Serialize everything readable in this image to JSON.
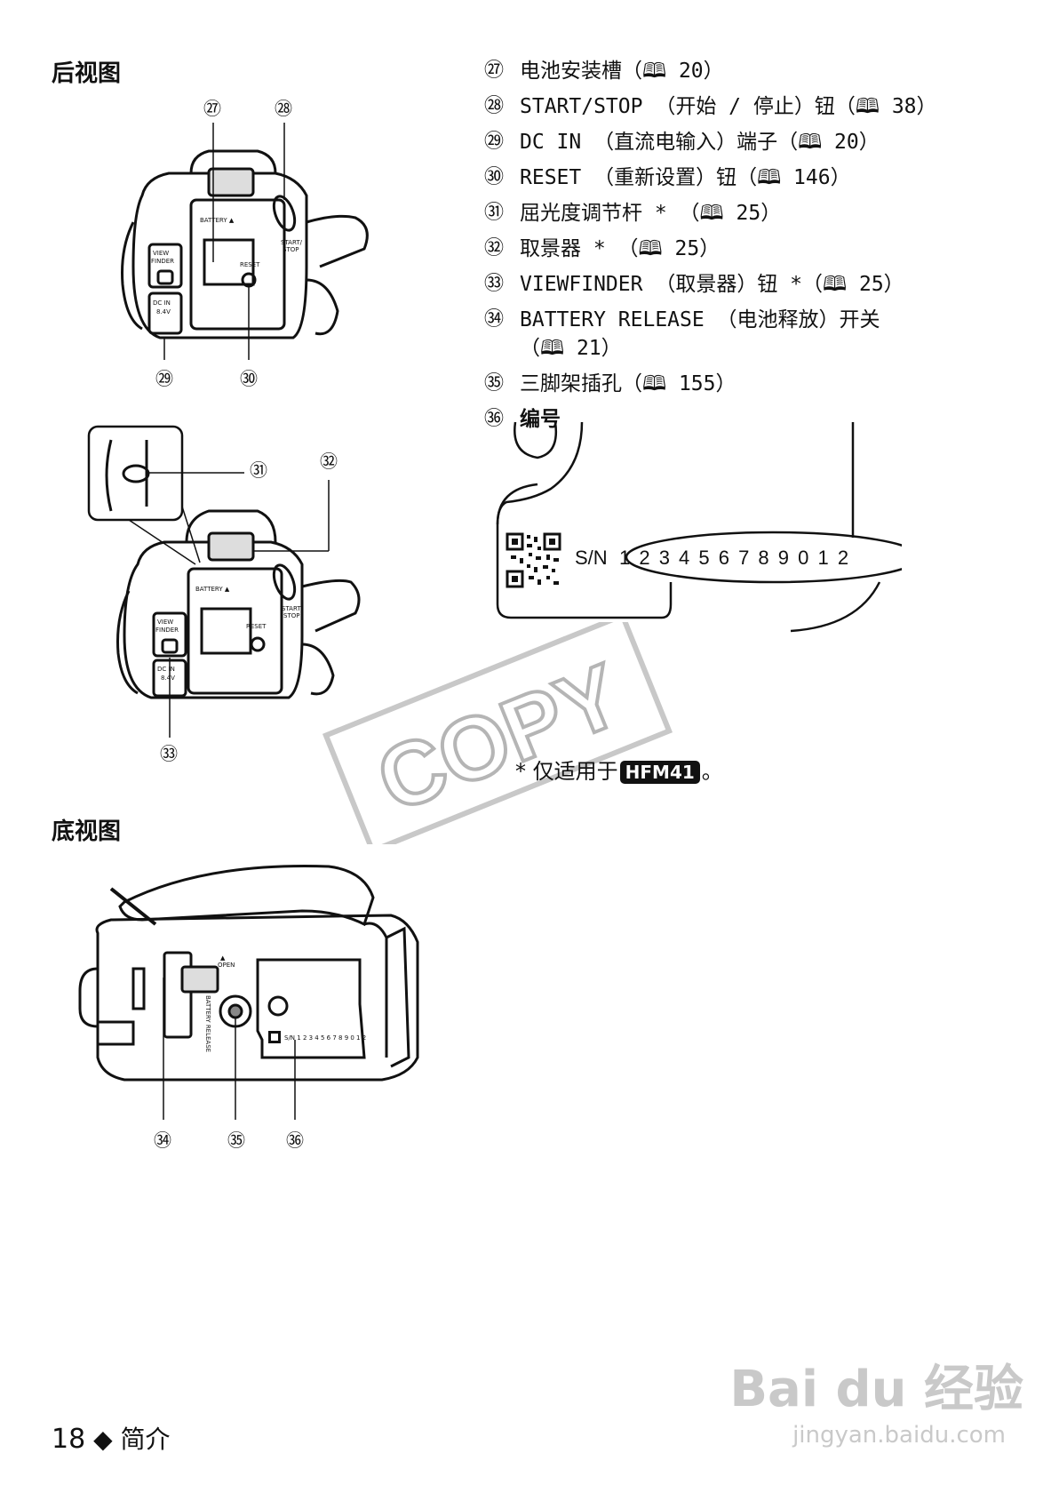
{
  "sections": {
    "rear_view": "后视图",
    "bottom_view": "底视图"
  },
  "parts": [
    {
      "num": "㉗",
      "text": "电池安装槽（🕮 20）"
    },
    {
      "num": "㉘",
      "text": "START/STOP （开始 / 停止）钮（🕮 38）"
    },
    {
      "num": "㉙",
      "text": "DC IN （直流电输入）端子（🕮 20）"
    },
    {
      "num": "㉚",
      "text": "RESET （重新设置）钮（🕮 146）"
    },
    {
      "num": "㉛",
      "text": "屈光度调节杆 * （🕮 25）"
    },
    {
      "num": "㉜",
      "text": "取景器 * （🕮 25）"
    },
    {
      "num": "㉝",
      "text": "VIEWFINDER （取景器）钮 *（🕮 25）"
    },
    {
      "num": "㉞",
      "text": "BATTERY RELEASE （电池释放）开关\n（🕮 21）"
    },
    {
      "num": "㉟",
      "text": "三脚架插孔（🕮 155）"
    },
    {
      "num": "㊱",
      "text": "编号",
      "bold": true
    }
  ],
  "callouts": {
    "c27": "㉗",
    "c28": "㉘",
    "c29": "㉙",
    "c30": "㉚",
    "c31": "㉛",
    "c32": "㉜",
    "c33": "㉝",
    "c34": "㉞",
    "c35": "㉟",
    "c36": "㊱"
  },
  "camera_labels": {
    "battery": "BATTERY ▲",
    "reset": "RESET",
    "start_stop": "START/\nSTOP",
    "view_finder": "VIEW\nFINDER",
    "dc_in": "DC IN",
    "dc_v": "8.4V",
    "open": "OPEN",
    "battery_release": "BATTERY RELEASE",
    "serial_small": "S/N 1 2 3 4 5 6 7 8 9 0 1 2"
  },
  "serial": {
    "prefix": "S/N",
    "number": "1 2 3 4 5 6 7 8 9 0 1 2"
  },
  "footnote": {
    "prefix": "* 仅适用于",
    "model": "HFM41",
    "suffix": "。"
  },
  "watermark": "COPY",
  "footer": {
    "page_number": "18",
    "bullet": "◆",
    "section": "简介"
  },
  "baidu_watermark": {
    "brand": "Bai du 经验",
    "url": "jingyan.baidu.com"
  }
}
